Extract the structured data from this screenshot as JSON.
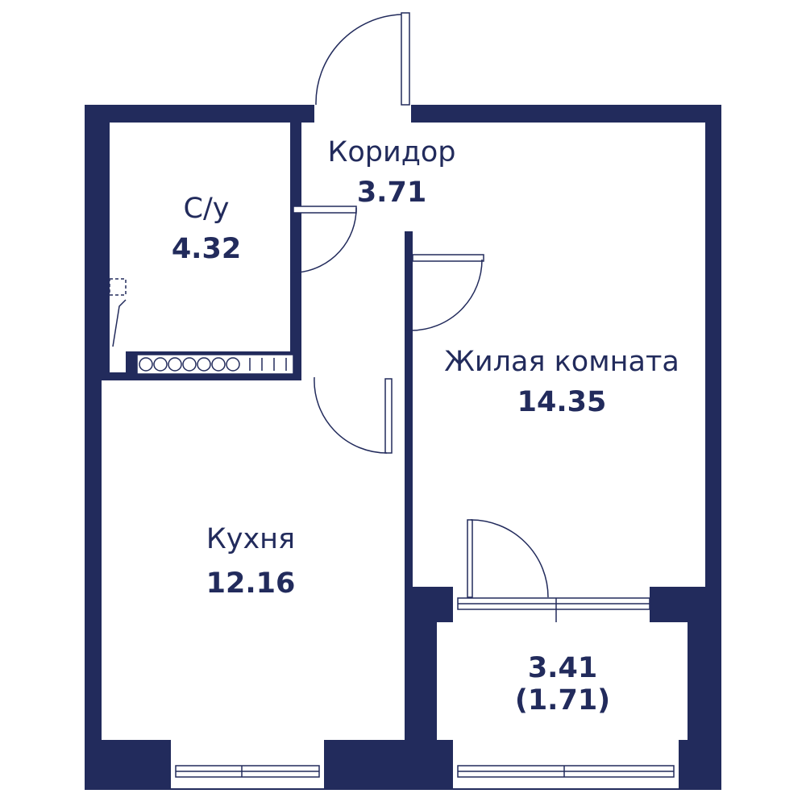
{
  "colors": {
    "wall": "#222b5c",
    "floor": "#ffffff",
    "line": "#222b5c"
  },
  "rooms": {
    "corridor": {
      "name": "Коридор",
      "area": "3.71"
    },
    "bathroom": {
      "name": "С/у",
      "area": "4.32"
    },
    "living": {
      "name": "Жилая комната",
      "area": "14.35"
    },
    "kitchen": {
      "name": "Кухня",
      "area": "12.16"
    },
    "balcony": {
      "area": "3.41",
      "reduced_area": "(1.71)"
    }
  }
}
